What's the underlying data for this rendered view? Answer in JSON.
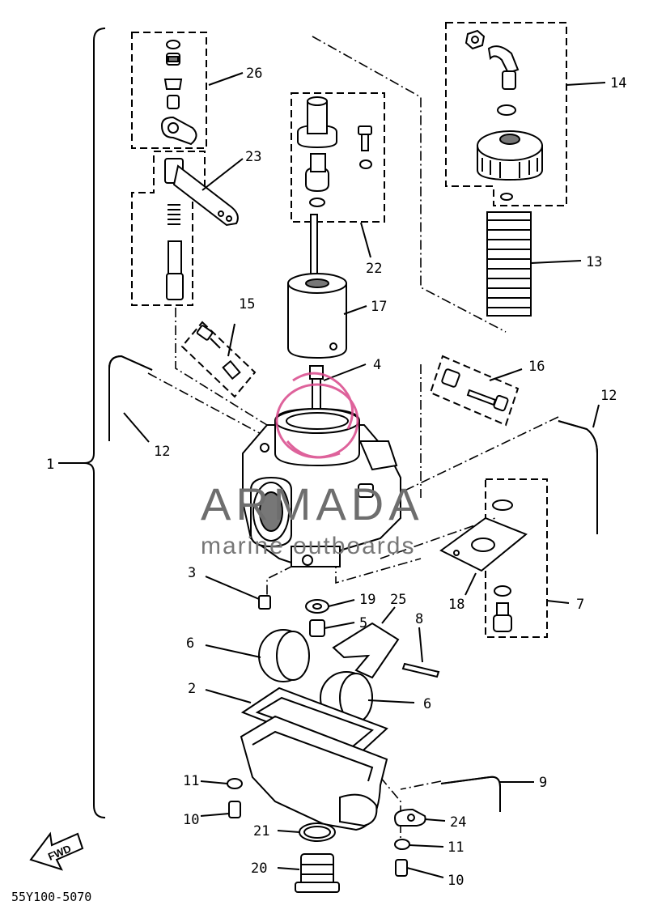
{
  "diagram": {
    "callouts": [
      {
        "id": "1",
        "text": "1"
      },
      {
        "id": "2",
        "text": "2"
      },
      {
        "id": "3",
        "text": "3"
      },
      {
        "id": "4",
        "text": "4"
      },
      {
        "id": "5",
        "text": "5"
      },
      {
        "id": "6a",
        "text": "6"
      },
      {
        "id": "6b",
        "text": "6"
      },
      {
        "id": "7",
        "text": "7"
      },
      {
        "id": "8",
        "text": "8"
      },
      {
        "id": "9",
        "text": "9"
      },
      {
        "id": "10a",
        "text": "10"
      },
      {
        "id": "10b",
        "text": "10"
      },
      {
        "id": "11a",
        "text": "11"
      },
      {
        "id": "11b",
        "text": "11"
      },
      {
        "id": "12a",
        "text": "12"
      },
      {
        "id": "12b",
        "text": "12"
      },
      {
        "id": "13",
        "text": "13"
      },
      {
        "id": "14",
        "text": "14"
      },
      {
        "id": "15",
        "text": "15"
      },
      {
        "id": "16",
        "text": "16"
      },
      {
        "id": "17",
        "text": "17"
      },
      {
        "id": "18",
        "text": "18"
      },
      {
        "id": "19",
        "text": "19"
      },
      {
        "id": "20",
        "text": "20"
      },
      {
        "id": "21",
        "text": "21"
      },
      {
        "id": "22",
        "text": "22"
      },
      {
        "id": "23",
        "text": "23"
      },
      {
        "id": "24",
        "text": "24"
      },
      {
        "id": "25",
        "text": "25"
      },
      {
        "id": "26",
        "text": "26"
      }
    ],
    "direction_arrow": "FWD",
    "drawing_code": "55Y100-5070"
  },
  "watermark": {
    "brand": "ARMADA",
    "tagline": "marine outboards",
    "logo_color": "#d9478a"
  }
}
